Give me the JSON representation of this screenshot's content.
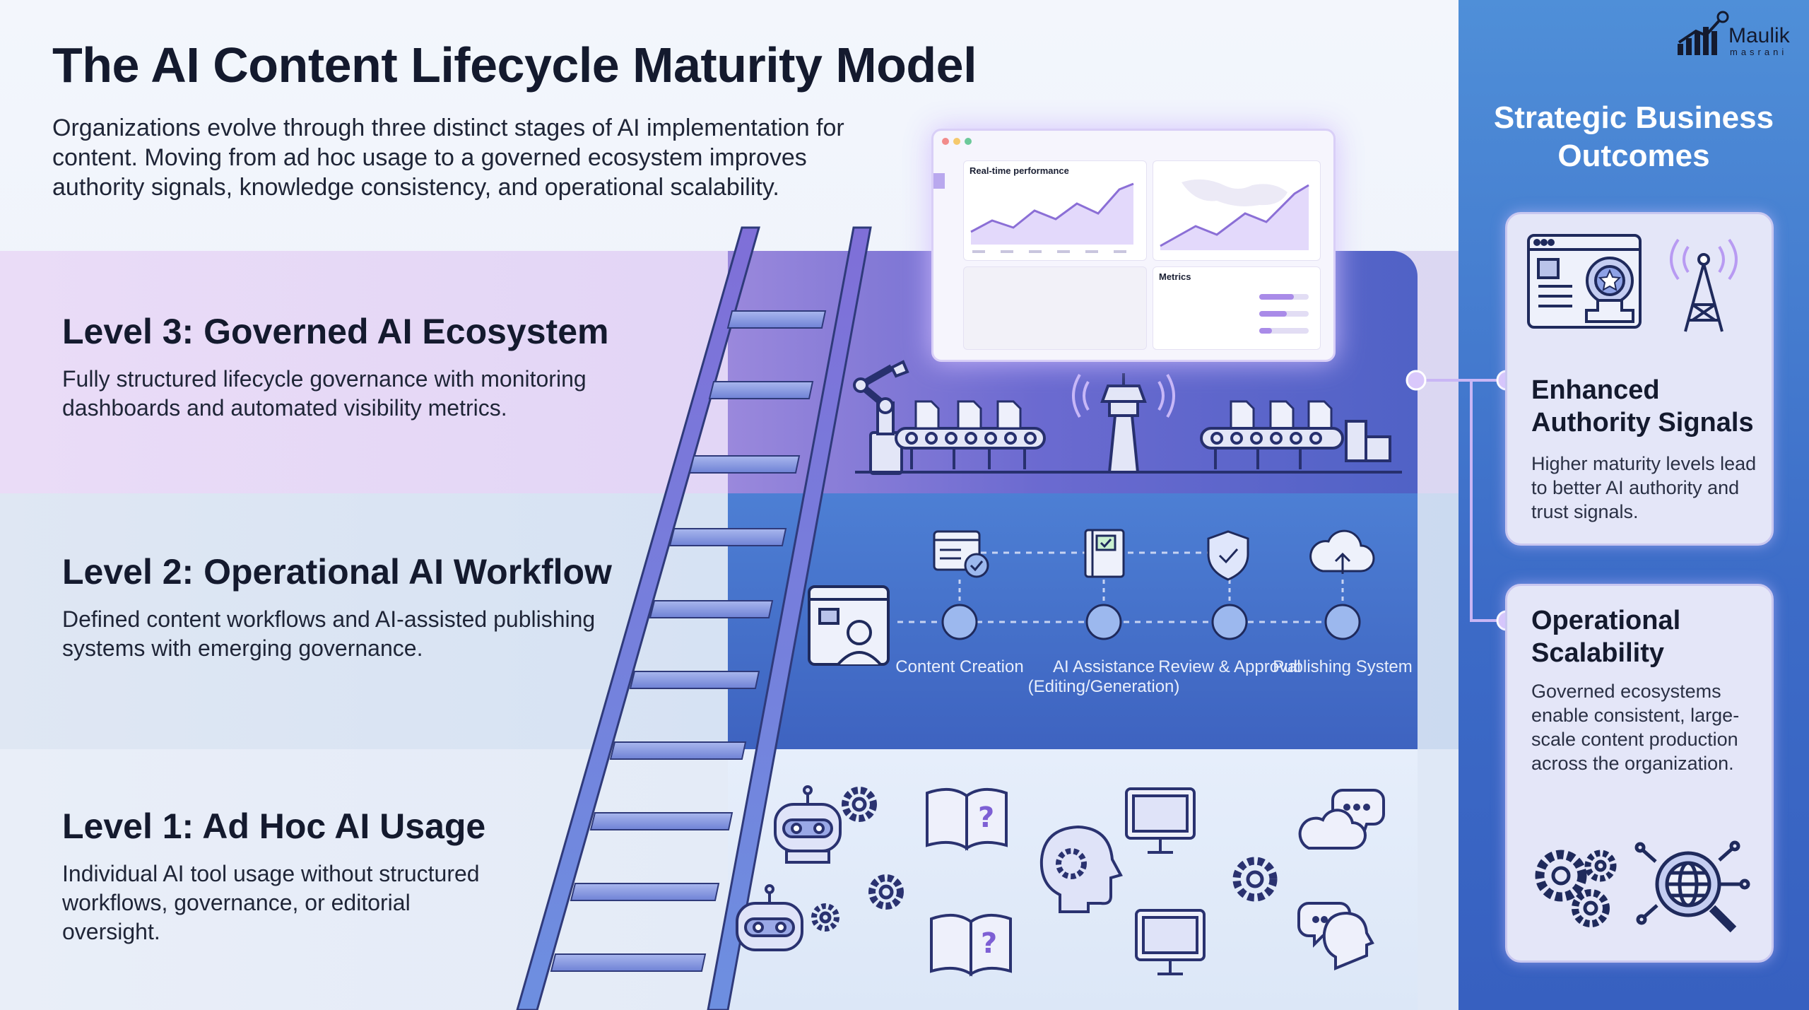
{
  "header": {
    "title": "The AI Content Lifecycle Maturity Model",
    "subtitle": "Organizations evolve through three distinct stages of AI implementation for content. Moving from ad hoc usage to a governed ecosystem improves authority signals, knowledge consistency, and operational scalability."
  },
  "levels": [
    {
      "heading": "Level 3: Governed AI Ecosystem",
      "description": "Fully structured lifecycle governance with monitoring dashboards and automated visibility metrics."
    },
    {
      "heading": "Level 2: Operational AI Workflow",
      "description": "Defined content workflows and AI-assisted publishing systems with emerging governance."
    },
    {
      "heading": "Level 1: Ad Hoc AI Usage",
      "description": "Individual AI tool usage without structured workflows, governance, or editorial oversight."
    }
  ],
  "dashboard": {
    "chart1_label": "Real-time performance",
    "metrics_label": "Metrics"
  },
  "workflow": {
    "steps": [
      "Content Creation",
      "AI Assistance (Editing/Generation)",
      "Review & Approval",
      "Publishing System"
    ]
  },
  "outcomes": {
    "title": "Strategic Business Outcomes",
    "cards": [
      {
        "heading": "Enhanced Authority Signals",
        "description": "Higher maturity levels lead to better AI authority and trust signals."
      },
      {
        "heading": "Operational Scalability",
        "description": "Governed ecosystems enable consistent, large-scale content production across the organization."
      }
    ]
  },
  "brand": {
    "name": "Maulik",
    "sub": "masrani"
  },
  "icons": [
    "robot-arm-icon",
    "document-icon",
    "conveyor-belt-icon",
    "control-tower-icon",
    "browser-user-icon",
    "checklist-icon",
    "book-check-icon",
    "shield-check-icon",
    "cloud-upload-icon",
    "robot-icon",
    "gear-icon",
    "open-book-question-icon",
    "head-gear-icon",
    "monitor-icon",
    "chat-bubble-icon",
    "award-browser-icon",
    "signal-tower-icon",
    "globe-gears-icon",
    "chart-logo-icon"
  ],
  "colors": {
    "accent": "#8b6fd6",
    "outcome_panel": "#3c6bc7",
    "level2_panel": "#4a78d0",
    "level3_panel": "#6b6ad0"
  }
}
